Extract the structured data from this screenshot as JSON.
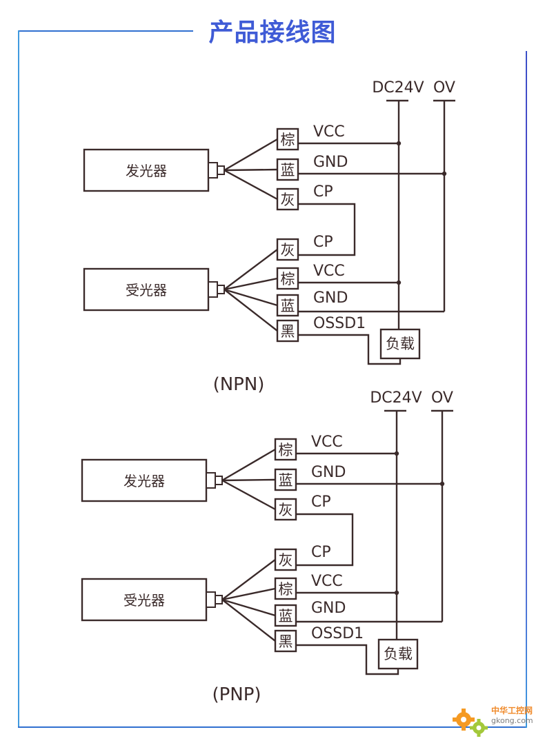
{
  "title": "产品接线图",
  "diagrams": [
    {
      "mode": "(NPN)",
      "supply": {
        "pos": "DC24V",
        "neg": "OV"
      },
      "emitter": {
        "label": "发光器",
        "wires": [
          {
            "color": "棕",
            "signal": "VCC"
          },
          {
            "color": "蓝",
            "signal": "GND"
          },
          {
            "color": "灰",
            "signal": "CP"
          }
        ]
      },
      "receiver": {
        "label": "受光器",
        "wires": [
          {
            "color": "灰",
            "signal": "CP"
          },
          {
            "color": "棕",
            "signal": "VCC"
          },
          {
            "color": "蓝",
            "signal": "GND"
          },
          {
            "color": "黑",
            "signal": "OSSD1"
          }
        ]
      },
      "load": "负载"
    },
    {
      "mode": "(PNP)",
      "supply": {
        "pos": "DC24V",
        "neg": "OV"
      },
      "emitter": {
        "label": "发光器",
        "wires": [
          {
            "color": "棕",
            "signal": "VCC"
          },
          {
            "color": "蓝",
            "signal": "GND"
          },
          {
            "color": "灰",
            "signal": "CP"
          }
        ]
      },
      "receiver": {
        "label": "受光器",
        "wires": [
          {
            "color": "灰",
            "signal": "CP"
          },
          {
            "color": "棕",
            "signal": "VCC"
          },
          {
            "color": "蓝",
            "signal": "GND"
          },
          {
            "color": "黑",
            "signal": "OSSD1"
          }
        ]
      },
      "load": "负载"
    }
  ],
  "watermark": {
    "cn": "中华工控网",
    "url": "gkong.com"
  },
  "colors": {
    "title": "#3f5bd6",
    "line": "#3a2a2a",
    "frame": "#2f6fd0"
  }
}
